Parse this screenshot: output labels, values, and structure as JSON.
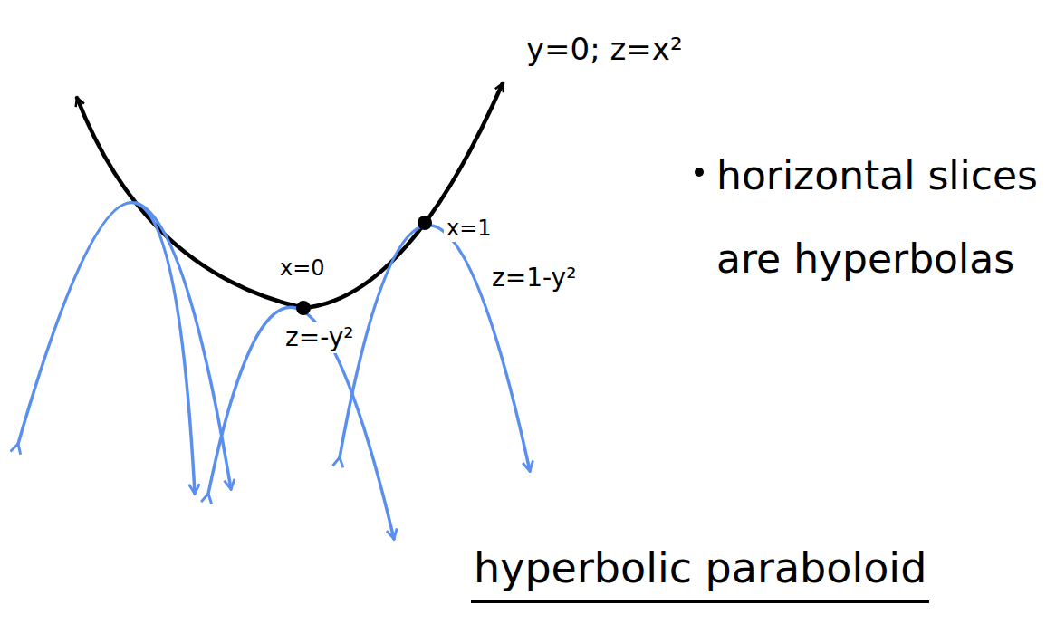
{
  "diagram": {
    "title": "hyperbolic paraboloid",
    "labels": [
      "y=0; z=x²",
      "x=0",
      "z=-y²",
      "x=1",
      "z=1-y²",
      "horizontal slices are hyperbolas"
    ]
  }
}
